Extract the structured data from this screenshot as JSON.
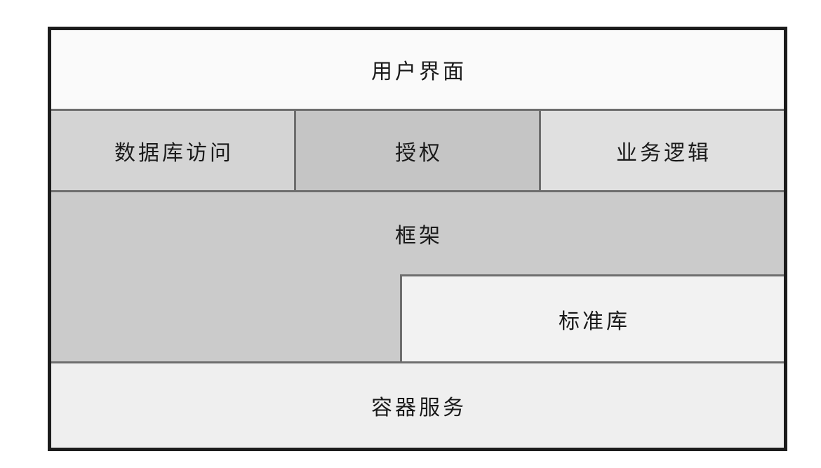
{
  "diagram": {
    "name": "layered-architecture-diagram",
    "layers": {
      "ui": {
        "label": "用户界面"
      },
      "db": {
        "label": "数据库访问"
      },
      "auth": {
        "label": "授权"
      },
      "biz": {
        "label": "业务逻辑"
      },
      "framework": {
        "label": "框架"
      },
      "stdlib": {
        "label": "标准库"
      },
      "container": {
        "label": "容器服务"
      }
    },
    "colors": {
      "outer_border": "#1c1c1c",
      "divider": "#6e6e6e",
      "ui_bg": "#fafafa",
      "db_bg": "#d4d4d4",
      "auth_bg": "#c5c5c5",
      "biz_bg": "#e0e0e0",
      "framework_bg": "#cbcbcb",
      "stdlib_bg": "#f2f2f2",
      "container_bg": "#efefef",
      "text": "#1a1a1a"
    }
  }
}
